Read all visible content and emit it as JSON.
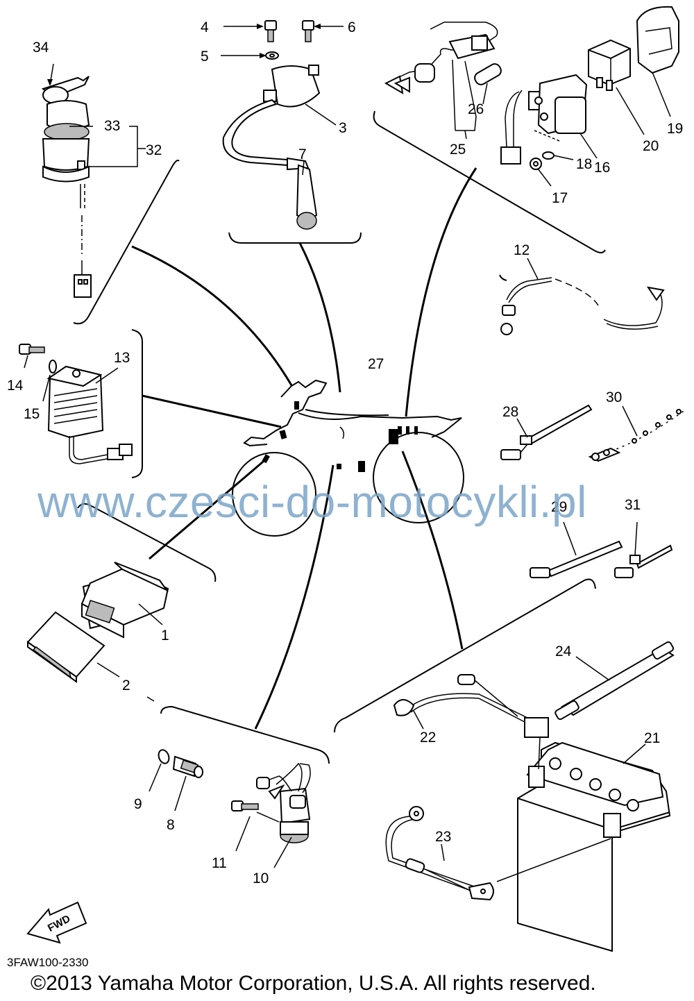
{
  "callouts": [
    {
      "id": "c1",
      "text": "1"
    },
    {
      "id": "c2",
      "text": "2"
    },
    {
      "id": "c3",
      "text": "3"
    },
    {
      "id": "c4",
      "text": "4"
    },
    {
      "id": "c5",
      "text": "5"
    },
    {
      "id": "c6",
      "text": "6"
    },
    {
      "id": "c7",
      "text": "7"
    },
    {
      "id": "c8",
      "text": "8"
    },
    {
      "id": "c9",
      "text": "9"
    },
    {
      "id": "c10",
      "text": "10"
    },
    {
      "id": "c11",
      "text": "11"
    },
    {
      "id": "c12",
      "text": "12"
    },
    {
      "id": "c13",
      "text": "13"
    },
    {
      "id": "c14",
      "text": "14"
    },
    {
      "id": "c15",
      "text": "15"
    },
    {
      "id": "c16",
      "text": "16"
    },
    {
      "id": "c17",
      "text": "17"
    },
    {
      "id": "c18",
      "text": "18"
    },
    {
      "id": "c19",
      "text": "19"
    },
    {
      "id": "c20",
      "text": "20"
    },
    {
      "id": "c21",
      "text": "21"
    },
    {
      "id": "c22",
      "text": "22"
    },
    {
      "id": "c23",
      "text": "23"
    },
    {
      "id": "c24",
      "text": "24"
    },
    {
      "id": "c25",
      "text": "25"
    },
    {
      "id": "c26",
      "text": "26"
    },
    {
      "id": "c27",
      "text": "27"
    },
    {
      "id": "c28",
      "text": "28"
    },
    {
      "id": "c29",
      "text": "29"
    },
    {
      "id": "c30",
      "text": "30"
    },
    {
      "id": "c31",
      "text": "31"
    },
    {
      "id": "c32",
      "text": "32"
    },
    {
      "id": "c33",
      "text": "33"
    },
    {
      "id": "c34",
      "text": "34"
    }
  ],
  "fwd_label": "FWD",
  "diagram_code": "3FAW100-2330",
  "copyright": "©2013 Yamaha Motor Corporation, U.S.A. All rights reserved.",
  "watermark": "www.czesci-do-motocykli.pl",
  "colors": {
    "watermark": "#7ba5c8",
    "line": "#000000"
  }
}
